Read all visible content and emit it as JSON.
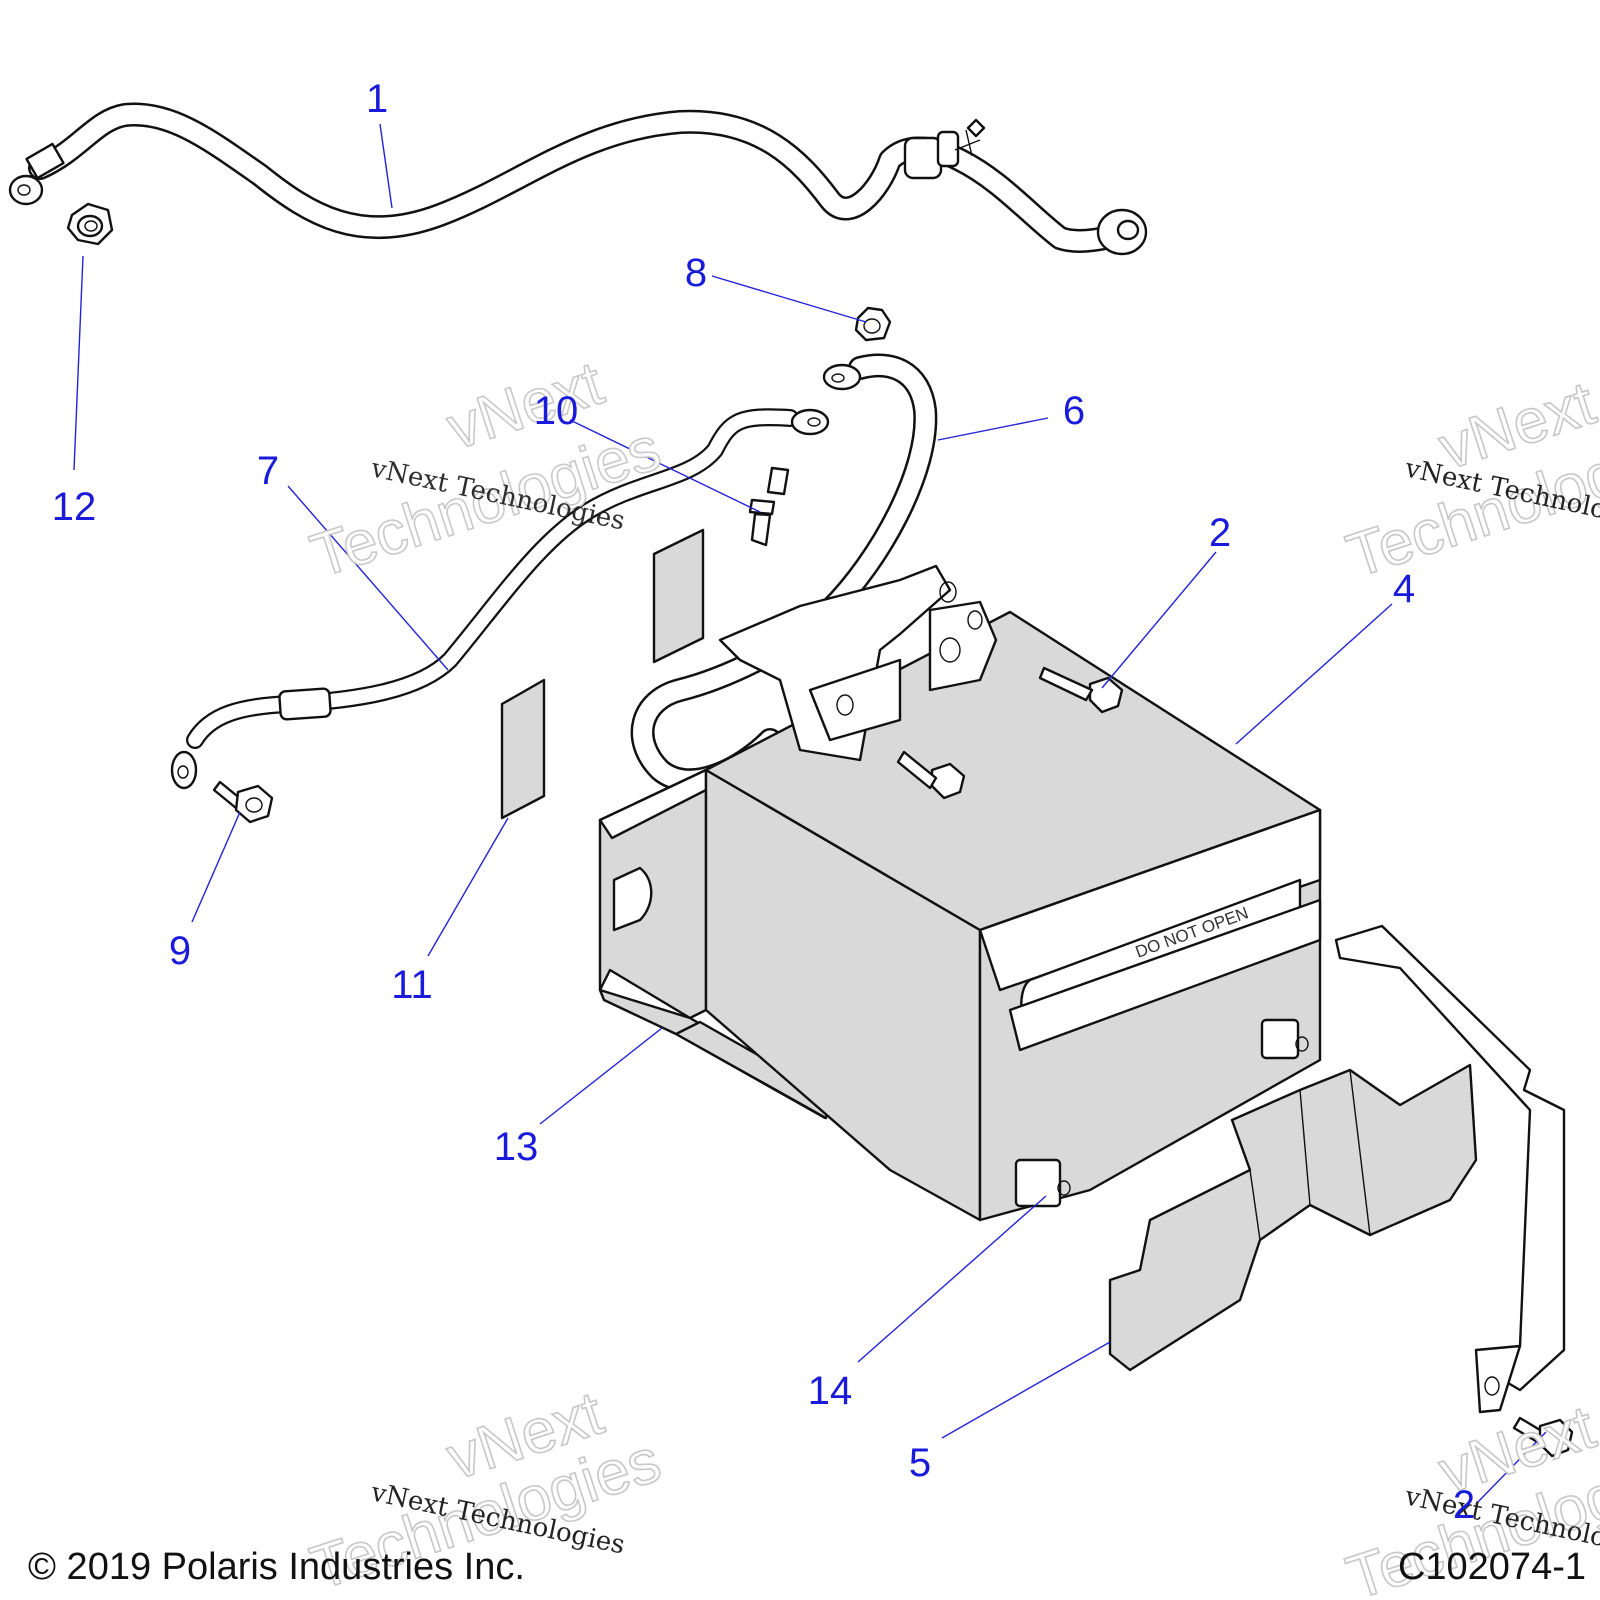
{
  "diagram": {
    "callouts": [
      {
        "id": "1",
        "text": "1"
      },
      {
        "id": "2a",
        "text": "2"
      },
      {
        "id": "2b",
        "text": "2"
      },
      {
        "id": "4",
        "text": "4"
      },
      {
        "id": "5",
        "text": "5"
      },
      {
        "id": "6",
        "text": "6"
      },
      {
        "id": "7",
        "text": "7"
      },
      {
        "id": "8",
        "text": "8"
      },
      {
        "id": "9",
        "text": "9"
      },
      {
        "id": "10",
        "text": "10"
      },
      {
        "id": "11",
        "text": "11"
      },
      {
        "id": "12",
        "text": "12"
      },
      {
        "id": "13",
        "text": "13"
      },
      {
        "id": "14",
        "text": "14"
      }
    ],
    "battery_label": "DO NOT OPEN"
  },
  "watermark": {
    "line": "vNext Technologies",
    "word1": "vNext",
    "word2": "Technologies"
  },
  "footer": {
    "copyright": "© 2019 Polaris Industries Inc.",
    "figure_id": "C102074-1"
  }
}
